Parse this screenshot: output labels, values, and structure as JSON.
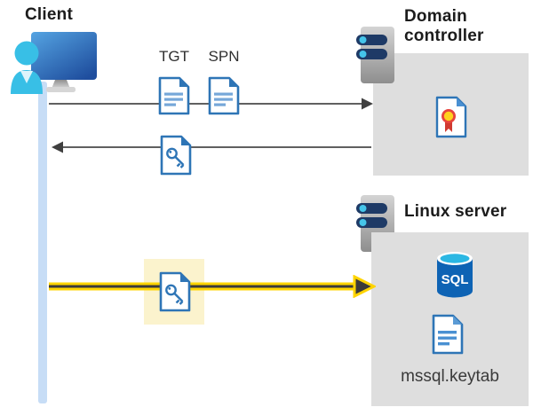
{
  "client": {
    "label": "Client"
  },
  "flow": {
    "tgt_label": "TGT",
    "spn_label": "SPN"
  },
  "domain_controller": {
    "title": "Domain controller"
  },
  "linux_server": {
    "title": "Linux server",
    "sql_badge": "SQL",
    "keytab_label": "mssql.keytab"
  },
  "icons": {
    "client-computer-icon": "monitor with user silhouette",
    "server-tower-icon": "gray tower with two navy drive bays",
    "ticket-document-icon": "blue outlined document with text lines",
    "key-ticket-icon": "blue outlined document with key glyph",
    "certificate-icon": "document with red-yellow rosette seal",
    "sql-database-icon": "blue cylinder labeled SQL",
    "keytab-file-icon": "blue document with text lines"
  },
  "colors": {
    "arrow_dark": "#3f3f3f",
    "highlight_yellow": "#ffd400",
    "highlight_bg": "#fbf3cd",
    "timeline_blue": "#c7ddf6",
    "doc_border_blue": "#2e75b6",
    "doc_line_blue": "#76a7d9",
    "panel_gray": "#dedede",
    "server_pill_navy": "#1e3a66",
    "server_dot_cyan": "#45c5ea",
    "sql_body_blue": "#0e63b4",
    "sql_top_cyan": "#2bb7e3",
    "cert_ring_red": "#e8443d",
    "cert_center_yellow": "#ffd21e"
  }
}
